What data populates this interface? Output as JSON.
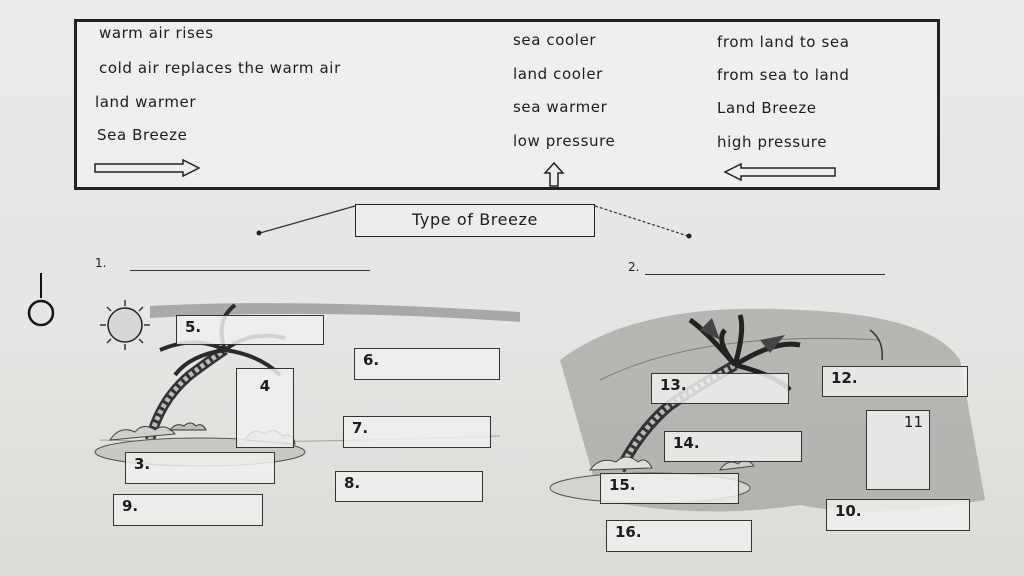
{
  "word_bank": {
    "col1": [
      "warm air rises",
      "cold air replaces the warm air",
      "land warmer",
      "Sea Breeze"
    ],
    "col2": [
      "sea cooler",
      "land cooler",
      "sea warmer",
      "low pressure"
    ],
    "col3": [
      "from land to sea",
      "from sea to land",
      "Land Breeze",
      "high pressure"
    ],
    "arrow_icons": [
      "right-arrow-icon",
      "up-arrow-icon",
      "left-arrow-icon"
    ]
  },
  "type_of_breeze": "Type of Breeze",
  "answers": {
    "n1": "1.",
    "n2": "2."
  },
  "labels": {
    "l3": "3.",
    "l4": "4",
    "l5": "5.",
    "l6": "6.",
    "l7": "7.",
    "l8": "8.",
    "l9": "9.",
    "l10": "10.",
    "l11": "11",
    "l12": "12.",
    "l13": "13.",
    "l14": "14.",
    "l15": "15.",
    "l16": "16."
  }
}
